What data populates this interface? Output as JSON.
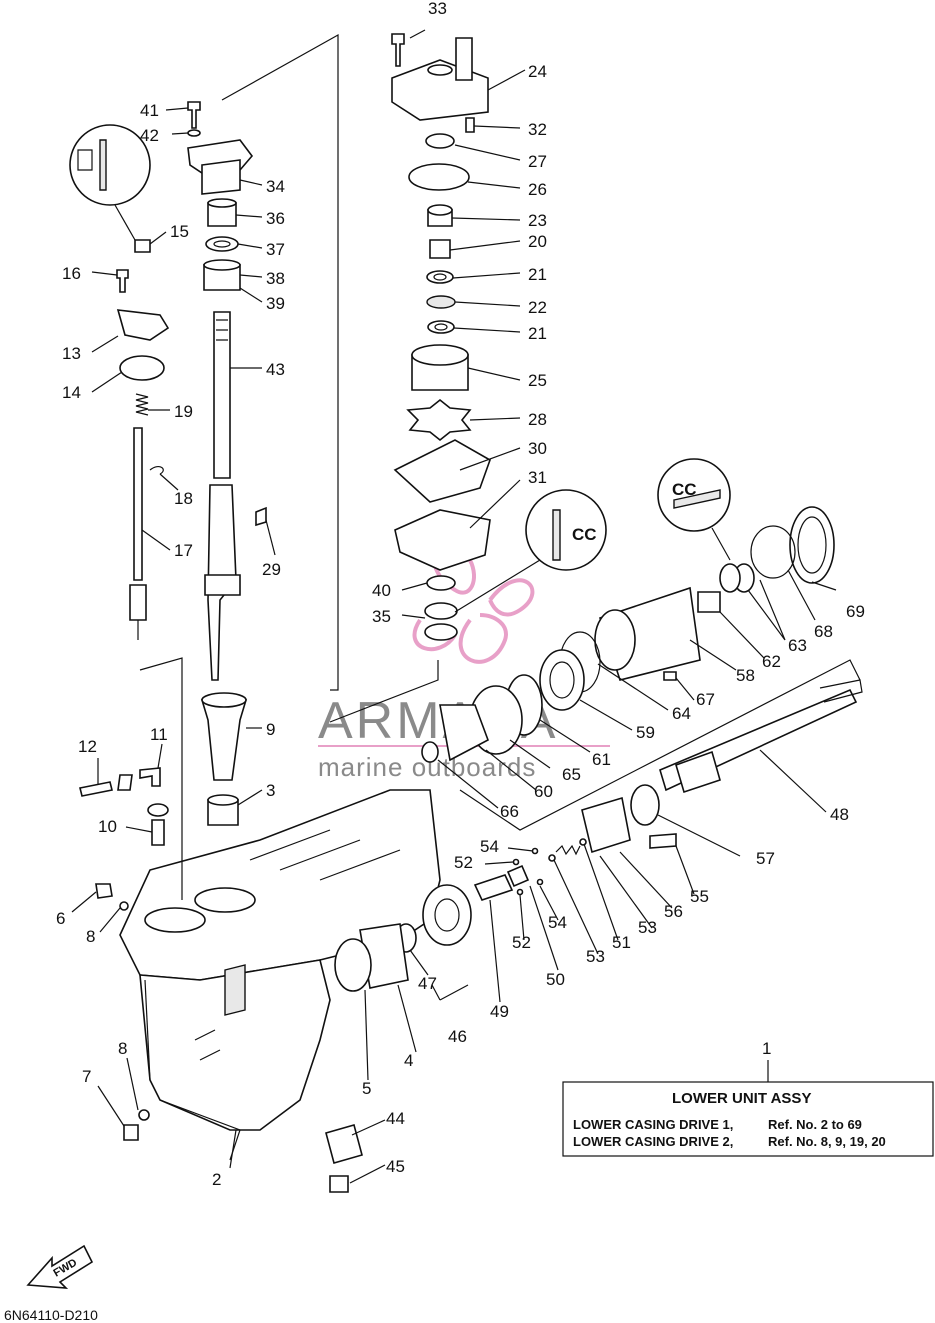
{
  "watermark": {
    "brand": "ARMADA",
    "tagline": "marine outboards",
    "accent": "#e8a0c8"
  },
  "assembly_box": {
    "ref_number": "1",
    "title": "LOWER UNIT ASSY",
    "line1_label": "LOWER CASING DRIVE 1,",
    "line1_ref": "Ref. No. 2 to 69",
    "line2_label": "LOWER CASING DRIVE 2,",
    "line2_ref": "Ref. No. 8, 9, 19, 20"
  },
  "fwd_label": "FWD",
  "diagram_code": "6N64110-D210",
  "callouts": {
    "c33": "33",
    "c24": "24",
    "c32": "32",
    "c27": "27",
    "c26": "26",
    "c23": "23",
    "c20": "20",
    "c21a": "21",
    "c22": "22",
    "c21b": "21",
    "c25": "25",
    "c28": "28",
    "c30": "30",
    "c31": "31",
    "c40": "40",
    "c35": "35",
    "c41": "41",
    "c42": "42",
    "c34": "34",
    "c36": "36",
    "c37": "37",
    "c38": "38",
    "c39": "39",
    "c43": "43",
    "c29": "29",
    "c9": "9",
    "c3": "3",
    "c15": "15",
    "c16": "16",
    "c13": "13",
    "c14": "14",
    "c19": "19",
    "c18": "18",
    "c17": "17",
    "c12": "12",
    "c11": "11",
    "c10": "10",
    "c6": "6",
    "c8a": "8",
    "c8b": "8",
    "c7": "7",
    "c2": "2",
    "c69": "69",
    "c68": "68",
    "c63": "63",
    "c62": "62",
    "c58": "58",
    "c67": "67",
    "c64": "64",
    "c59": "59",
    "c61": "61",
    "c65": "65",
    "c60": "60",
    "c66": "66",
    "c48": "48",
    "c57": "57",
    "c55": "55",
    "c56": "56",
    "c53a": "53",
    "c54a": "54",
    "c52a": "52",
    "c54b": "54",
    "c51": "51",
    "c53b": "53",
    "c52b": "52",
    "c50": "50",
    "c49": "49",
    "c47": "47",
    "c46": "46",
    "c4": "4",
    "c5": "5",
    "c44": "44",
    "c45": "45"
  }
}
